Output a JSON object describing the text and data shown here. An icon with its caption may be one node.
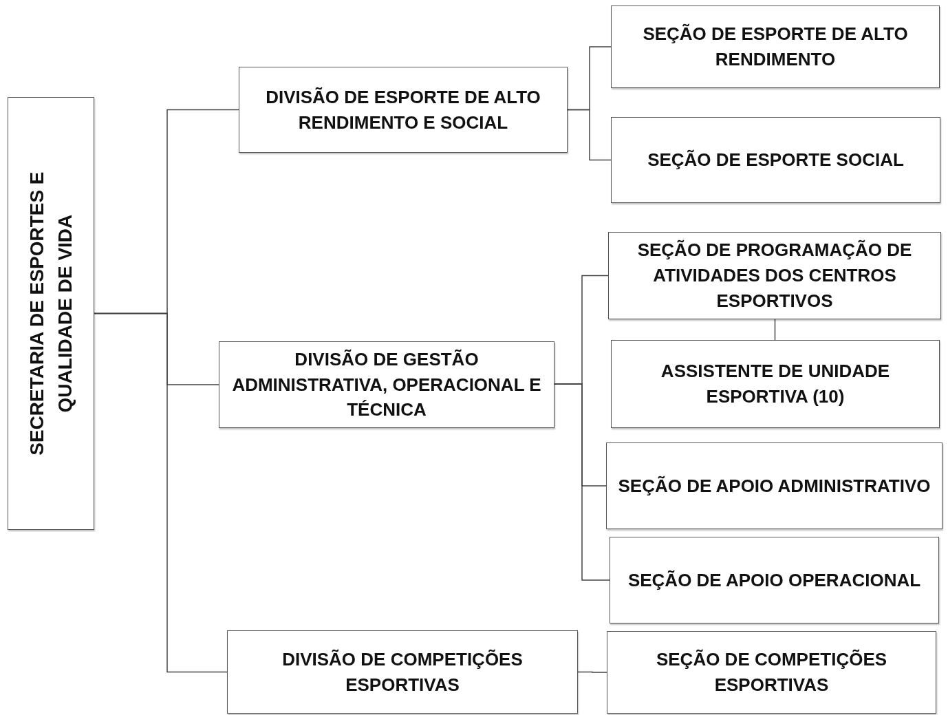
{
  "diagram": {
    "nodes": [
      {
        "text": [
          "SECRETARIA DE ESPORTES E QUALIDADE DE VIDA"
        ]
      },
      {
        "text": [
          "DIVISÃO DE ESPORTE DE ALTO RENDIMENTO E SOCIAL"
        ]
      },
      {
        "text": [
          "SEÇÃO DE ESPORTE DE ALTO RENDIMENTO"
        ]
      },
      {
        "text": [
          "SEÇÃO DE ESPORTE SOCIAL"
        ]
      },
      {
        "text": [
          "DIVISÃO DE GESTÃO ADMINISTRATIVA, OPERACIONAL E TÉCNICA"
        ]
      },
      {
        "text": [
          "SEÇÃO DE PROGRAMAÇÃO DE ATIVIDADES DOS CENTROS ESPORTIVOS"
        ]
      },
      {
        "text": [
          "ASSISTENTE DE UNIDADE ESPORTIVA (10)"
        ]
      },
      {
        "text": [
          "SEÇÃO DE APOIO ADMINISTRATIVO"
        ]
      },
      {
        "text": [
          "SEÇÃO DE APOIO OPERACIONAL"
        ]
      },
      {
        "text": [
          "DIVISÃO DE COMPETIÇÕES ESPORTIVAS"
        ]
      },
      {
        "text": [
          "SEÇÃO DE COMPETIÇÕES ESPORTIVAS"
        ]
      }
    ],
    "edges": [
      {
        "from": 0,
        "to": 1,
        "arrow": "none"
      },
      {
        "from": 0,
        "to": 4,
        "arrow": "none"
      },
      {
        "from": 0,
        "to": 9,
        "arrow": "none"
      },
      {
        "from": 1,
        "to": 2,
        "arrow": "none"
      },
      {
        "from": 1,
        "to": 3,
        "arrow": "none"
      },
      {
        "from": 4,
        "to": 5,
        "arrow": "none"
      },
      {
        "from": 4,
        "to": 7,
        "arrow": "none"
      },
      {
        "from": 4,
        "to": 8,
        "arrow": "none"
      },
      {
        "from": 5,
        "to": 6,
        "arrow": "none"
      },
      {
        "from": 9,
        "to": 10,
        "arrow": "none"
      }
    ]
  }
}
